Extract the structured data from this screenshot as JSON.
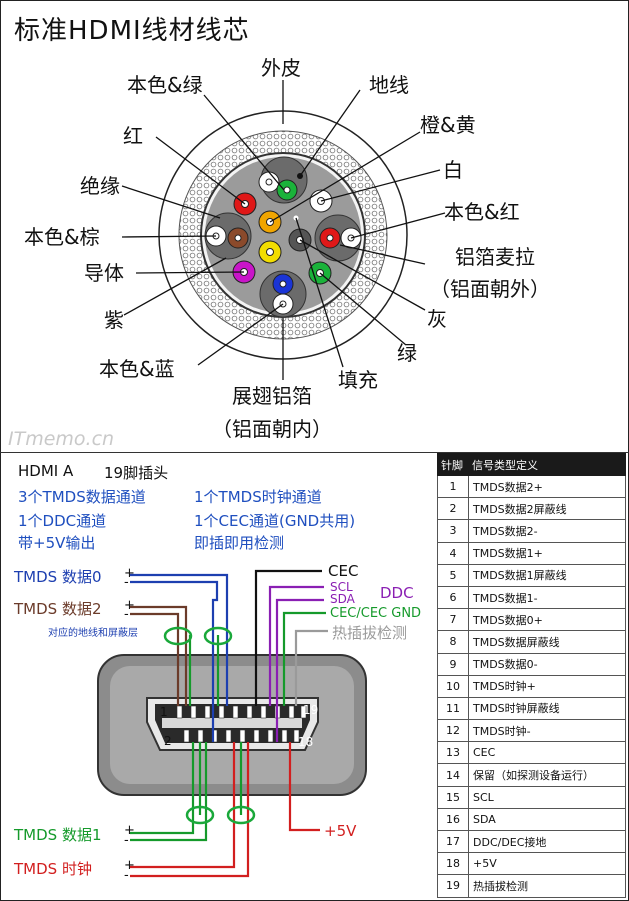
{
  "title": "标准HDMI线材线芯",
  "watermark": "ITmemo.cn",
  "cable_labels": {
    "waipi": "外皮",
    "bense_lv": "本色&绿",
    "dixian": "地线",
    "hong": "红",
    "cheng_huang": "橙&黄",
    "bai": "白",
    "jueyuan": "绝缘",
    "bense_hong": "本色&红",
    "bense_zong": "本色&棕",
    "lvbo_mai": "铝箔麦拉",
    "lvbo_chaowai": "（铝面朝外）",
    "daoti": "导体",
    "hui": "灰",
    "zi": "紫",
    "lv": "绿",
    "bense_lan": "本色&蓝",
    "tianchong": "填充",
    "zhanchi": "展翅铝箔",
    "lvmian_chaonei": "（铝面朝内）"
  },
  "spec": {
    "head_a": "HDMI A",
    "head_b": "19脚插头",
    "l1a": "3个TMDS数据通道",
    "l1b": "1个TMDS时钟通道",
    "l2a": "1个DDC通道",
    "l2b": "1个CEC通道(GND共用)",
    "l3a": "带+5V输出",
    "l3b": "即插即用检测"
  },
  "connector": {
    "tmds0": "TMDS 数据0",
    "tmds2": "TMDS 数据2",
    "shield_note": "对应的地线和屏蔽层",
    "tmds1": "TMDS 数据1",
    "tmds_clk": "TMDS 时钟",
    "cec": "CEC",
    "scl": "SCL",
    "sda": "SDA",
    "ddc": "DDC",
    "cec_gnd": "CEC/CEC GND",
    "hotplug": "热插拔检测",
    "p5v": "+5V",
    "pin1": "1",
    "pin2": "2",
    "pin18": "18",
    "pin19": "19",
    "plus": "+",
    "minus": "-"
  },
  "colors": {
    "blue": "#1d3fb0",
    "brown": "#6b3b2a",
    "green": "#159a2b",
    "red": "#d21f1f",
    "purple": "#8a1fb3",
    "gray": "#9a9a9a"
  },
  "pin_table": {
    "header_pin": "针脚",
    "header_def": "信号类型定义",
    "rows": [
      {
        "n": "1",
        "d": "TMDS数据2+"
      },
      {
        "n": "2",
        "d": "TMDS数据2屏蔽线"
      },
      {
        "n": "3",
        "d": "TMDS数据2-"
      },
      {
        "n": "4",
        "d": "TMDS数据1+"
      },
      {
        "n": "5",
        "d": "TMDS数据1屏蔽线"
      },
      {
        "n": "6",
        "d": "TMDS数据1-"
      },
      {
        "n": "7",
        "d": "TMDS数据0+"
      },
      {
        "n": "8",
        "d": "TMDS数据屏蔽线"
      },
      {
        "n": "9",
        "d": "TMDS数据0-"
      },
      {
        "n": "10",
        "d": "TMDS时钟+"
      },
      {
        "n": "11",
        "d": "TMDS时钟屏蔽线"
      },
      {
        "n": "12",
        "d": "TMDS时钟-"
      },
      {
        "n": "13",
        "d": "CEC"
      },
      {
        "n": "14",
        "d": "保留（如探测设备运行）"
      },
      {
        "n": "15",
        "d": "SCL"
      },
      {
        "n": "16",
        "d": "SDA"
      },
      {
        "n": "17",
        "d": "DDC/DEC接地"
      },
      {
        "n": "18",
        "d": "+5V"
      },
      {
        "n": "19",
        "d": "热插拔检测"
      }
    ]
  }
}
